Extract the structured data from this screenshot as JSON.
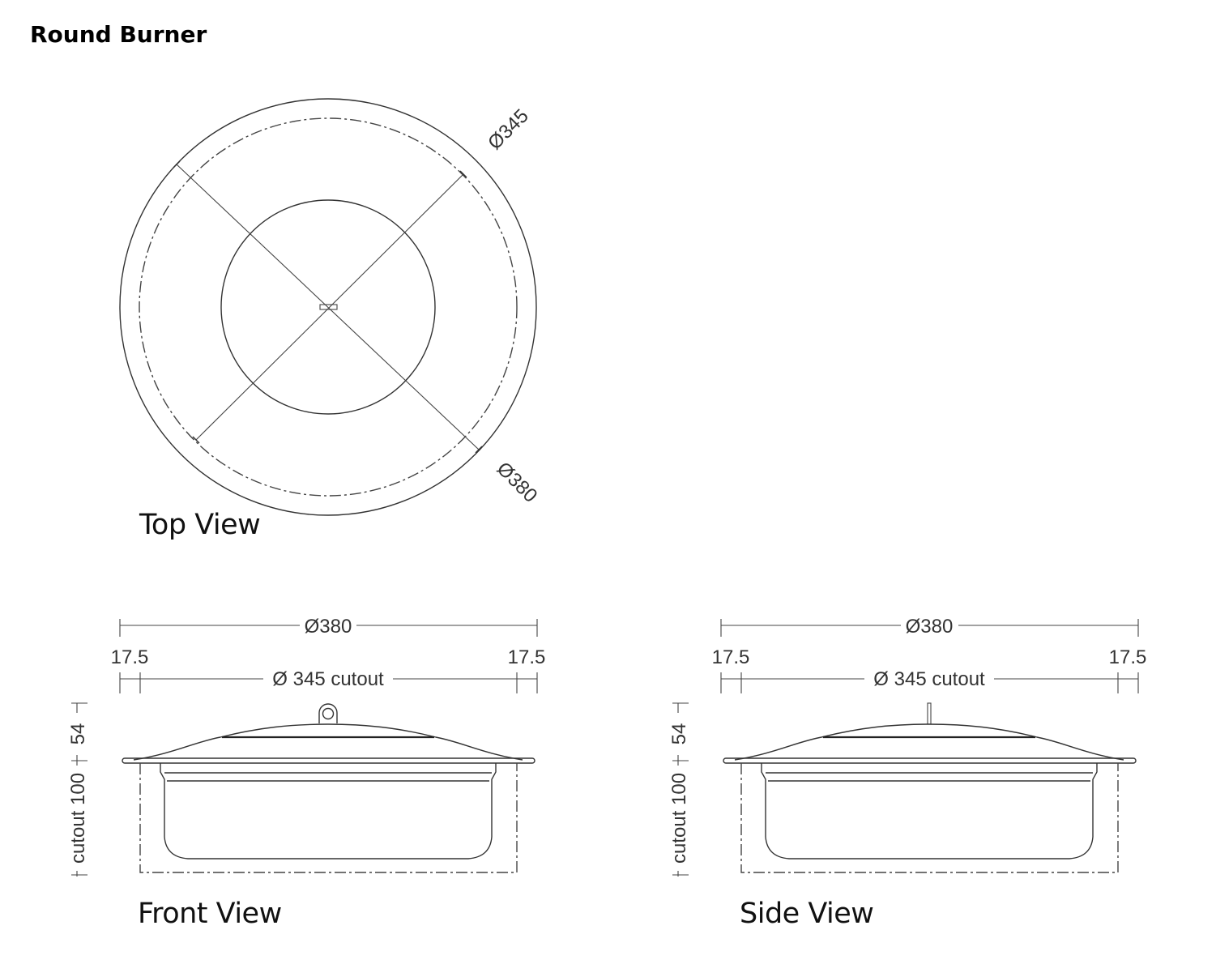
{
  "title": "Round Burner",
  "views": {
    "top": {
      "label": "Top View",
      "dimensions": {
        "inner_diameter": "Ø345",
        "outer_diameter": "Ø380"
      }
    },
    "front": {
      "label": "Front View",
      "dimensions": {
        "overall": "Ø380",
        "left_offset": "17.5",
        "right_offset": "17.5",
        "cutout": "Ø 345 cutout",
        "lid_height": "54",
        "cutout_depth": "cutout 100"
      }
    },
    "side": {
      "label": "Side View",
      "dimensions": {
        "overall": "Ø380",
        "left_offset": "17.5",
        "right_offset": "17.5",
        "cutout": "Ø 345 cutout",
        "lid_height": "54",
        "cutout_depth": "cutout 100"
      }
    }
  },
  "colors": {
    "line": "#333333",
    "text": "#111111",
    "background": "#ffffff"
  }
}
